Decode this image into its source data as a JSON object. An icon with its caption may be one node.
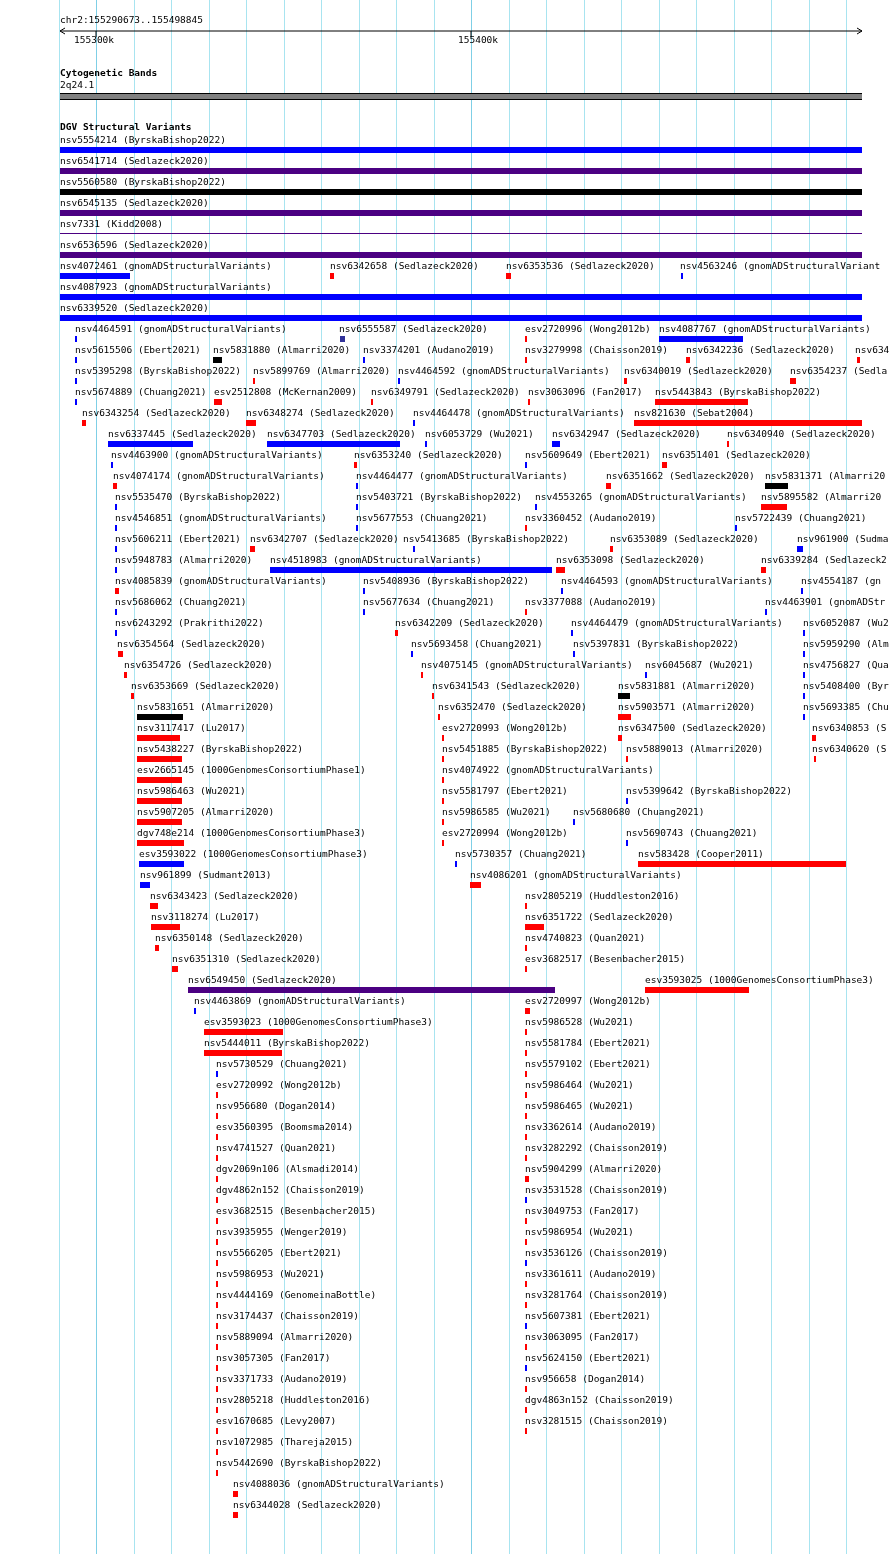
{
  "diagram": {
    "labels": [
      "chr2:155290673..155498845",
      "155300k",
      "155400k",
      "Cytogenetic Bands",
      "2q24.1",
      "DGV Structural Variants",
      "nsv5554214 (ByrskaBishop2022)",
      "nsv6541714 (Sedlazeck2020)",
      "nsv5560580 (ByrskaBishop2022)",
      "nsv6545135 (Sedlazeck2020)",
      "nsv7331 (Kidd2008)",
      "nsv6536596 (Sedlazeck2020)",
      "nsv4072461 (gnomADStructuralVariants)",
      "nsv6342658 (Sedlazeck2020)",
      "nsv6353536 (Sedlazeck2020)",
      "nsv4563246 (gnomADStructuralVariant",
      "nsv4087923 (gnomADStructuralVariants)",
      "nsv6339520 (Sedlazeck2020)",
      "nsv4464591 (gnomADStructuralVariants)",
      "nsv6555587 (Sedlazeck2020)",
      "esv2720996 (Wong2012b)",
      "nsv4087767 (gnomADStructuralVariants)",
      "nsv5615506 (Ebert2021)",
      "nsv5831880 (Almarri2020)",
      "nsv3374201 (Audano2019)",
      "nsv3279998 (Chaisson2019)",
      "nsv6342236 (Sedlazeck2020)",
      "nsv634",
      "nsv5395298 (ByrskaBishop2022)",
      "nsv5899769 (Almarri2020)",
      "nsv4464592 (gnomADStructuralVariants)",
      "nsv6340019 (Sedlazeck2020)",
      "nsv6354237 (Sedla",
      "nsv5674889 (Chuang2021)",
      "esv2512808 (McKernan2009)",
      "nsv6349791 (Sedlazeck2020)",
      "nsv3063096 (Fan2017)",
      "nsv5443843 (ByrskaBishop2022)",
      "nsv6343254 (Sedlazeck2020)",
      "nsv6348274 (Sedlazeck2020)",
      "nsv4464478 (gnomADStructuralVariants)",
      "nsv821630 (Sebat2004)",
      "nsv6337445 (Sedlazeck2020)",
      "nsv6347703 (Sedlazeck2020)",
      "nsv6053729 (Wu2021)",
      "nsv6342947 (Sedlazeck2020)",
      "nsv6340940 (Sedlazeck2020)",
      "nsv4463900 (gnomADStructuralVariants)",
      "nsv6353240 (Sedlazeck2020)",
      "nsv5609649 (Ebert2021)",
      "nsv6351401 (Sedlazeck2020)",
      "nsv4074174 (gnomADStructuralVariants)",
      "nsv4464477 (gnomADStructuralVariants)",
      "nsv6351662 (Sedlazeck2020)",
      "nsv5831371 (Almarri20",
      "nsv5535470 (ByrskaBishop2022)",
      "nsv5403721 (ByrskaBishop2022)",
      "nsv4553265 (gnomADStructuralVariants)",
      "nsv5895582 (Almarri20",
      "nsv4546851 (gnomADStructuralVariants)",
      "nsv5677553 (Chuang2021)",
      "nsv3360452 (Audano2019)",
      "nsv5722439 (Chuang2021)",
      "nsv5606211 (Ebert2021)",
      "nsv6342707 (Sedlazeck2020)",
      "nsv5413685 (ByrskaBishop2022)",
      "nsv6353089 (Sedlazeck2020)",
      "nsv961900 (Sudma",
      "nsv5948783 (Almarri2020)",
      "nsv4518983 (gnomADStructuralVariants)",
      "nsv6353098 (Sedlazeck2020)",
      "nsv6339284 (Sedlazeck2",
      "nsv4085839 (gnomADStructuralVariants)",
      "nsv5408936 (ByrskaBishop2022)",
      "nsv4464593 (gnomADStructuralVariants)",
      "nsv4554187 (gn",
      "nsv5686062 (Chuang2021)",
      "nsv5677634 (Chuang2021)",
      "nsv3377088 (Audano2019)",
      "nsv4463901 (gnomADStr",
      "nsv6243292 (Prakrithi2022)",
      "nsv6342209 (Sedlazeck2020)",
      "nsv4464479 (gnomADStructuralVariants)",
      "nsv6052087 (Wu2",
      "nsv6354564 (Sedlazeck2020)",
      "nsv5693458 (Chuang2021)",
      "nsv5397831 (ByrskaBishop2022)",
      "nsv5959290 (Alm",
      "nsv6354726 (Sedlazeck2020)",
      "nsv4075145 (gnomADStructuralVariants)",
      "nsv6045687 (Wu2021)",
      "nsv4756827 (Qua",
      "nsv6353669 (Sedlazeck2020)",
      "nsv6341543 (Sedlazeck2020)",
      "nsv5831881 (Almarri2020)",
      "nsv5408400 (Byr",
      "nsv5831651 (Almarri2020)",
      "nsv6352470 (Sedlazeck2020)",
      "nsv5903571 (Almarri2020)",
      "nsv5693385 (Chu",
      "nsv3117417 (Lu2017)",
      "esv2720993 (Wong2012b)",
      "nsv6347500 (Sedlazeck2020)",
      "nsv6340853 (S",
      "nsv5438227 (ByrskaBishop2022)",
      "nsv5451885 (ByrskaBishop2022)",
      "nsv5889013 (Almarri2020)",
      "nsv6340620 (S",
      "esv2665145 (1000GenomesConsortiumPhase1)",
      "nsv4074922 (gnomADStructuralVariants)",
      "nsv5986463 (Wu2021)",
      "nsv5581797 (Ebert2021)",
      "nsv5399642 (ByrskaBishop2022)",
      "nsv5907205 (Almarri2020)",
      "nsv5986585 (Wu2021)",
      "nsv5680680 (Chuang2021)",
      "dgv748e214 (1000GenomesConsortiumPhase3)",
      "esv2720994 (Wong2012b)",
      "nsv5690743 (Chuang2021)",
      "esv3593022 (1000GenomesConsortiumPhase3)",
      "nsv5730357 (Chuang2021)",
      "nsv583428 (Cooper2011)",
      "nsv961899 (Sudmant2013)",
      "nsv4086201 (gnomADStructuralVariants)",
      "nsv6343423 (Sedlazeck2020)",
      "nsv2805219 (Huddleston2016)",
      "nsv3118274 (Lu2017)",
      "nsv6351722 (Sedlazeck2020)",
      "nsv6350148 (Sedlazeck2020)",
      "nsv4740823 (Quan2021)",
      "nsv6351310 (Sedlazeck2020)",
      "esv3682517 (Besenbacher2015)",
      "nsv6549450 (Sedlazeck2020)",
      "esv3593025 (1000GenomesConsortiumPhase3)",
      "nsv4463869 (gnomADStructuralVariants)",
      "esv2720997 (Wong2012b)",
      "esv3593023 (1000GenomesConsortiumPhase3)",
      "nsv5986528 (Wu2021)",
      "nsv5444011 (ByrskaBishop2022)",
      "nsv5581784 (Ebert2021)",
      "nsv5730529 (Chuang2021)",
      "nsv5579102 (Ebert2021)",
      "esv2720992 (Wong2012b)",
      "nsv5986464 (Wu2021)",
      "nsv956680 (Dogan2014)",
      "nsv5986465 (Wu2021)",
      "esv3560395 (Boomsma2014)",
      "nsv3362614 (Audano2019)",
      "nsv4741527 (Quan2021)",
      "nsv3282292 (Chaisson2019)",
      "dgv2069n106 (Alsmadi2014)",
      "nsv5904299 (Almarri2020)",
      "dgv4862n152 (Chaisson2019)",
      "nsv3531528 (Chaisson2019)",
      "esv3682515 (Besenbacher2015)",
      "nsv3049753 (Fan2017)",
      "nsv3935955 (Wenger2019)",
      "nsv5986954 (Wu2021)",
      "nsv5566205 (Ebert2021)",
      "nsv3536126 (Chaisson2019)",
      "nsv5986953 (Wu2021)",
      "nsv3361611 (Audano2019)",
      "nsv4444169 (GenomeinaBottle)",
      "nsv3281764 (Chaisson2019)",
      "nsv3174437 (Chaisson2019)",
      "nsv5607381 (Ebert2021)",
      "nsv5889094 (Almarri2020)",
      "nsv3063095 (Fan2017)",
      "nsv3057305 (Fan2017)",
      "nsv5624150 (Ebert2021)",
      "nsv3371733 (Audano2019)",
      "nsv956658 (Dogan2014)",
      "nsv2805218 (Huddleston2016)",
      "dgv4863n152 (Chaisson2019)",
      "esv1670685 (Levy2007)",
      "nsv3281515 (Chaisson2019)",
      "nsv1072985 (Thareja2015)",
      "nsv5442690 (ByrskaBishop2022)",
      "nsv4088036 (gnomADStructuralVariants)",
      "nsv6344028 (Sedlazeck2020)"
    ]
  }
}
